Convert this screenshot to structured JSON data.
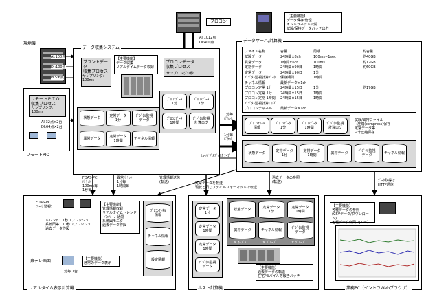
{
  "procon": {
    "label": "プロコン",
    "tag1": "AI:1012点",
    "tag2": "DI:400点"
  },
  "field": {
    "title": "現地機",
    "rows": [
      "AI:100点",
      "DI:100点",
      "PLS:6点"
    ]
  },
  "collect": {
    "title": "データ収集システム",
    "plant_proc": "プラントデータ\n収集プロセス",
    "plant_sample": "サンプリング:\n100ms",
    "main_func": "【主要機能】\nデータ収集\nリアルタイムデータ収録",
    "procon_proc": "プロコンデータ\n収集プロセス",
    "procon_sample": "サンプリング:1秒",
    "dbs": [
      "状態データ",
      "定常データ\n1分",
      "ﾃﾞｼﾞﾀﾙ監視\nデータ",
      "異常データ",
      "定常データ\n1時間",
      "チャネル情報"
    ],
    "files": [
      "ﾌﾟﾛｺﾝﾃﾞｰﾀ\n1分",
      "ﾌﾟﾛｺﾝﾃﾞｰﾀ\n1分",
      "ﾌﾟﾛｺﾝﾃﾞｰﾀ\n1時間",
      "ﾃﾞｼﾞﾀﾙ監視\n計算ログ"
    ]
  },
  "remote_io": {
    "proc": "リモートＰＩＯ\n収集プロセス",
    "sample": "サンプリング:\n100ms",
    "ai": "AI:32点×2台",
    "di": "DI:64点×2台",
    "label": "リモートPIO"
  },
  "server": {
    "title": "データサーバ/計算機",
    "func": "【主要機能】\nデータ保存/管理\nイントラネット公開\n試験/保持データバッチ出力",
    "table_head": [
      "ファイル名称",
      "容量",
      "周期",
      "約容量"
    ],
    "table_rows": [
      [
        "試験データ",
        "24時間×8ch",
        "100ms~1sec",
        "約40GB"
      ],
      [
        "異常データ",
        "1時間×6ch",
        "100ms",
        "約12GB"
      ],
      [
        "定常データ",
        "24時間×90日",
        "1時間",
        "約60GB"
      ],
      [
        "定常データ",
        "24時間×90日",
        "1分",
        ""
      ],
      [
        "ﾃﾞｼﾞﾀﾙ監視計算ﾃﾞｰﾀ",
        "保存期間",
        "1時間",
        ""
      ],
      [
        "チャネル情報",
        "最新データ×1ch",
        "-",
        ""
      ],
      [
        "プロコン定常 1分",
        "24時間×15日",
        "1分",
        "約17GB"
      ],
      [
        "プロコン定常 1分",
        "24時間×15日",
        "1時間",
        ""
      ],
      [
        "プロコン定常 1時間",
        "24時間×15日",
        "1時間",
        ""
      ],
      [
        "ﾃﾞｼﾞﾀﾙ監視計算ログ",
        "",
        "",
        ""
      ],
      [
        "プロコンチャネル",
        "最新データ×1ch",
        "",
        ""
      ]
    ],
    "files": [
      "ﾌﾟﾛｺﾝﾁｬﾈﾙ\n情報",
      "ﾌﾟﾛｺﾝﾃﾞｰﾀ\n1分",
      "ﾌﾟﾛｺﾝﾃﾞｰﾀ\n1時間",
      "ﾃﾞｼﾞﾀﾙ監視\n計算ログ"
    ],
    "note": "試験/異常ファイル\n→圧縮(compress)保存\n定常データ等\n→非圧縮保存",
    "dbs": [
      "状態データ",
      "定常データ\n1分",
      "定常データ\n1時間",
      "異常データ",
      "ﾃﾞｼﾞﾀﾙ監視\nデータ",
      "チャネル情報"
    ]
  },
  "links": {
    "one_min": "1分毎\nﾊﾟｹｯﾄ",
    "one_min2": "1分毎\nﾊﾟｹｯﾄ",
    "tape": "ﾘﾑｰﾊﾞﾌﾞﾙﾃﾞｨｽｸ ﾃｰﾌﾟ",
    "fdas": "FDAS-PC\nﾊﾟｹｯﾄ\n100ms毎\n1秒毎",
    "anomaly": "異常ﾊﾟｹｯﾄ\n1分毎\n1時間毎",
    "mgmt": "管理情報送信\n(転送)",
    "fixed": "定常データを転送\n現状と同じファイルフォーマットで転送",
    "past": "過去データの参照\n(転送)",
    "http": "ﾃﾞｰﾀ取得は\nHTTP通信"
  },
  "realtime": {
    "title": "リアルタイム表示計算機",
    "pc_label": "FDAS-PC\n(ｻｰﾊﾞ監視)",
    "trend": "トレンド：1秒リフレッシュ\n系統図等：10秒リフレッシュ\n過去データ作図",
    "func": "【主要機能】\n管理情報収録\nリアルタイムトレンド\n→ﾏｯﾊﾟｰ、通常\n系統図モニタ\n過去データ作図",
    "dbs": [
      "ﾌﾟﾛｺﾝﾁｬﾈﾙ\n情報",
      "チャネル情報",
      "設定情報"
    ],
    "tokai": "東テレ画面",
    "tokai_func": "【主要機能】\n通常のデータ表示",
    "tokai_note": "1分毎 1台"
  },
  "host": {
    "title": "ホスト計算機",
    "left_files": [
      "定常データ\n1分",
      "定常データ\n1時間",
      "定常データ\n1時間",
      "ﾃﾞｼﾞﾀﾙ監視\nデータ"
    ],
    "dbs": [
      "状態データ",
      "定常データ\n1分",
      "定常データ\n1時間",
      "異常データ",
      "チャネル情報",
      "ﾃﾞｼﾞﾀﾙ監視\nデータ"
    ],
    "grp": [
      "× ｵｰﾌﾟﾝ",
      "× ｸﾞﾙｰﾌﾟ",
      "× ｸﾞﾙｰﾌﾟ"
    ],
    "func": "【主要機能】\n過去データの転送\n在宅/モバイル等報告バッチ"
  },
  "office": {
    "title": "業務PC（イントラWebブラウザ）",
    "func": "【主要機能】\n各種データの参照\n(CSVデータ/ダウンロード)\n各種データ作図（JAVA）"
  }
}
